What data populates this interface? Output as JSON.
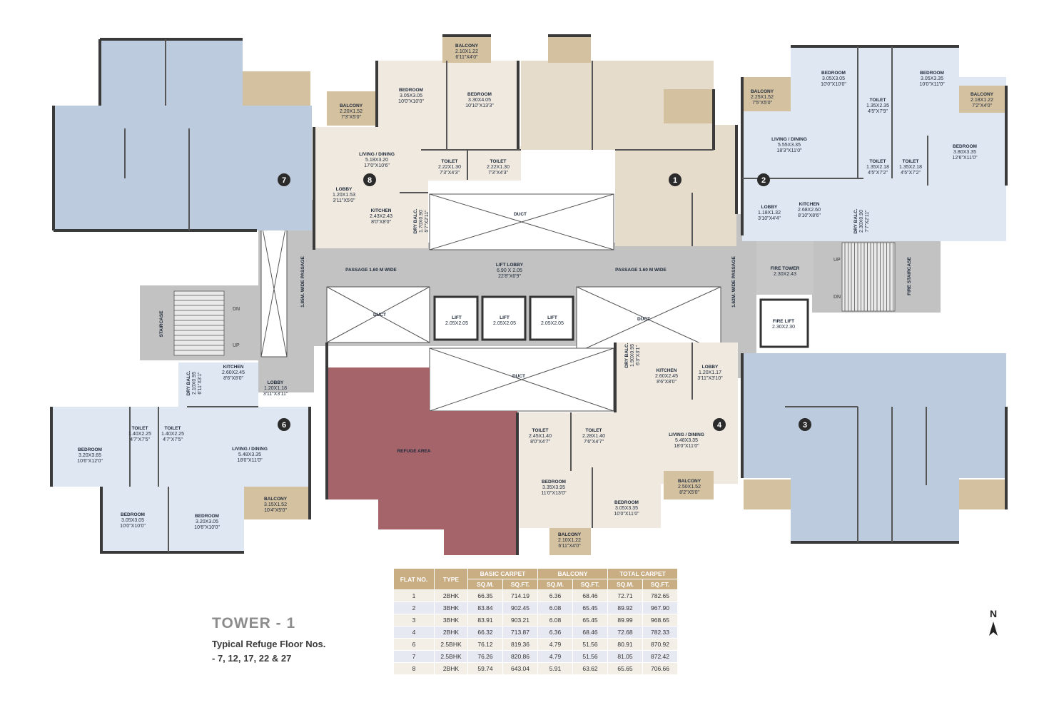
{
  "title": {
    "tower": "TOWER - 1",
    "subtitle": "Typical Refuge Floor Nos.",
    "floors": "- 7, 12, 17, 22 & 27"
  },
  "north_label": "N",
  "colors": {
    "flat_blue": "#bccbde",
    "flat_cream": "#efe9e0",
    "flat_tan": "#e6dccc",
    "balcony": "#d4c1a0",
    "core": "#c2c2c2",
    "refuge": "#a5636a",
    "table_header": "#c9ad83"
  },
  "flat_numbers": [
    "1",
    "2",
    "3",
    "4",
    "6",
    "7",
    "8"
  ],
  "rooms": [
    {
      "name": "BALCONY",
      "dim": "2.10X1.22",
      "imp": "6'11\"X4'0\""
    },
    {
      "name": "BEDROOM",
      "dim": "3.05X3.05",
      "imp": "10'0\"X10'0\""
    },
    {
      "name": "BEDROOM",
      "dim": "3.30X4.05",
      "imp": "10'10\"X13'3\""
    },
    {
      "name": "BALCONY",
      "dim": "2.20X1.52",
      "imp": "7'3\"X5'0\""
    },
    {
      "name": "LIVING / DINING",
      "dim": "5.18X3.20",
      "imp": "17'0\"X10'6\""
    },
    {
      "name": "TOILET",
      "dim": "2.22X1.30",
      "imp": "7'3\"X4'3\""
    },
    {
      "name": "TOILET",
      "dim": "2.22X1.30",
      "imp": "7'3\"X4'3\""
    },
    {
      "name": "LOBBY",
      "dim": "1.20X1.53",
      "imp": "3'11\"X5'0\""
    },
    {
      "name": "KITCHEN",
      "dim": "2.43X2.43",
      "imp": "8'0\"X8'0\""
    },
    {
      "name": "DRY BALC.",
      "dim": "1.70X0.90",
      "imp": "5'7\"X2'11\""
    },
    {
      "name": "BEDROOM",
      "dim": "3.05X3.05",
      "imp": "10'0\"X10'0\""
    },
    {
      "name": "BEDROOM",
      "dim": "3.05X3.35",
      "imp": "10'0\"X11'0\""
    },
    {
      "name": "BALCONY",
      "dim": "2.25X1.52",
      "imp": "7'5\"X5'0\""
    },
    {
      "name": "TOILET",
      "dim": "1.35X2.35",
      "imp": "4'5\"X7'9\""
    },
    {
      "name": "BALCONY",
      "dim": "2.18X1.22",
      "imp": "7'2\"X4'0\""
    },
    {
      "name": "LIVING / DINING",
      "dim": "5.55X3.35",
      "imp": "18'3\"X11'0\""
    },
    {
      "name": "BEDROOM",
      "dim": "3.80X3.35",
      "imp": "12'6\"X11'0\""
    },
    {
      "name": "TOILET",
      "dim": "1.35X2.18",
      "imp": "4'5\"X7'2\""
    },
    {
      "name": "TOILET",
      "dim": "1.35X2.18",
      "imp": "4'5\"X7'2\""
    },
    {
      "name": "LOBBY",
      "dim": "1.18X1.32",
      "imp": "3'10\"X4'4\""
    },
    {
      "name": "KITCHEN",
      "dim": "2.68X2.60",
      "imp": "8'10\"X8'6\""
    },
    {
      "name": "DRY BALC.",
      "dim": "2.30X0.90",
      "imp": "7'7\"X2'11\""
    },
    {
      "name": "FIRE TOWER",
      "dim": "2.30X2.43",
      "imp": ""
    },
    {
      "name": "FIRE LIFT",
      "dim": "2.30X2.30",
      "imp": ""
    },
    {
      "name": "DUCT",
      "dim": "",
      "imp": ""
    },
    {
      "name": "LIFT LOBBY",
      "dim": "6.90 X 2.05",
      "imp": "22'8\"X6'9\""
    },
    {
      "name": "PASSAGE 1.60 M WIDE",
      "dim": "",
      "imp": ""
    },
    {
      "name": "PASSAGE 1.60 M WIDE",
      "dim": "",
      "imp": ""
    },
    {
      "name": "DUCT",
      "dim": "",
      "imp": ""
    },
    {
      "name": "LIFT",
      "dim": "2.05X2.05",
      "imp": ""
    },
    {
      "name": "LIFT",
      "dim": "2.05X2.05",
      "imp": ""
    },
    {
      "name": "LIFT",
      "dim": "2.05X2.05",
      "imp": ""
    },
    {
      "name": "DUCT",
      "dim": "",
      "imp": ""
    },
    {
      "name": "DUCT",
      "dim": "",
      "imp": ""
    },
    {
      "name": "KITCHEN",
      "dim": "2.60X2.45",
      "imp": "8'6\"X8'0\""
    },
    {
      "name": "DRY BALC.",
      "dim": "1.90X0.95",
      "imp": "6'3\"X3'1\""
    },
    {
      "name": "LOBBY",
      "dim": "1.20X1.17",
      "imp": "3'11\"X3'10\""
    },
    {
      "name": "LIVING / DINING",
      "dim": "5.48X3.35",
      "imp": "18'0\"X11'0\""
    },
    {
      "name": "TOILET",
      "dim": "2.45X1.40",
      "imp": "8'0\"X4'7\""
    },
    {
      "name": "TOILET",
      "dim": "2.28X1.40",
      "imp": "7'6\"X4'7\""
    },
    {
      "name": "BEDROOM",
      "dim": "3.35X3.95",
      "imp": "11'0\"X13'0\""
    },
    {
      "name": "BEDROOM",
      "dim": "3.05X3.35",
      "imp": "10'0\"X11'0\""
    },
    {
      "name": "BALCONY",
      "dim": "2.50X1.52",
      "imp": "8'2\"X5'0\""
    },
    {
      "name": "BALCONY",
      "dim": "2.10X1.22",
      "imp": "6'11\"X4'0\""
    },
    {
      "name": "REFUGE AREA",
      "dim": "",
      "imp": ""
    },
    {
      "name": "KITCHEN",
      "dim": "2.60X2.45",
      "imp": "8'6\"X8'0\""
    },
    {
      "name": "DRY BALC.",
      "dim": "2.10X0.95",
      "imp": "6'11\"X3'1\""
    },
    {
      "name": "LOBBY",
      "dim": "1.20X1.18",
      "imp": "3'11\"X3'11\""
    },
    {
      "name": "BEDROOM",
      "dim": "3.20X3.65",
      "imp": "10'6\"X12'0\""
    },
    {
      "name": "TOILET",
      "dim": "1.40X2.25",
      "imp": "4'7\"X7'5\""
    },
    {
      "name": "TOILET",
      "dim": "1.40X2.25",
      "imp": "4'7\"X7'5\""
    },
    {
      "name": "LIVING / DINING",
      "dim": "5.48X3.35",
      "imp": "18'0\"X11'0\""
    },
    {
      "name": "BEDROOM",
      "dim": "3.05X3.05",
      "imp": "10'0\"X10'0\""
    },
    {
      "name": "BEDROOM",
      "dim": "3.20X3.05",
      "imp": "10'6\"X10'0\""
    },
    {
      "name": "BALCONY",
      "dim": "3.15X1.52",
      "imp": "10'4\"X5'0\""
    },
    {
      "name": "STAIRCASE",
      "dim": "",
      "imp": ""
    },
    {
      "name": "FIRE STAIRCASE",
      "dim": "",
      "imp": ""
    },
    {
      "name": "1.85M. WIDE PASSAGE",
      "dim": "",
      "imp": ""
    },
    {
      "name": "1.62M. WIDE PASSAGE",
      "dim": "",
      "imp": ""
    }
  ],
  "stair_labels": {
    "dn_left": "DN",
    "up_left": "UP",
    "up_right": "UP",
    "dn_right": "DN"
  },
  "area_table": {
    "headers": {
      "flat_no": "FLAT NO.",
      "type": "TYPE",
      "basic_carpet": "BASIC CARPET",
      "balcony": "BALCONY",
      "total_carpet": "TOTAL CARPET",
      "sqm": "SQ.M.",
      "sqft": "SQ.FT."
    },
    "rows": [
      {
        "flat": "1",
        "type": "2BHK",
        "basic_sqm": "66.35",
        "basic_sqft": "714.19",
        "bal_sqm": "6.36",
        "bal_sqft": "68.46",
        "total_sqm": "72.71",
        "total_sqft": "782.65"
      },
      {
        "flat": "2",
        "type": "3BHK",
        "basic_sqm": "83.84",
        "basic_sqft": "902.45",
        "bal_sqm": "6.08",
        "bal_sqft": "65.45",
        "total_sqm": "89.92",
        "total_sqft": "967.90"
      },
      {
        "flat": "3",
        "type": "3BHK",
        "basic_sqm": "83.91",
        "basic_sqft": "903.21",
        "bal_sqm": "6.08",
        "bal_sqft": "65.45",
        "total_sqm": "89.99",
        "total_sqft": "968.65"
      },
      {
        "flat": "4",
        "type": "2BHK",
        "basic_sqm": "66.32",
        "basic_sqft": "713.87",
        "bal_sqm": "6.36",
        "bal_sqft": "68.46",
        "total_sqm": "72.68",
        "total_sqft": "782.33"
      },
      {
        "flat": "6",
        "type": "2.5BHK",
        "basic_sqm": "76.12",
        "basic_sqft": "819.36",
        "bal_sqm": "4.79",
        "bal_sqft": "51.56",
        "total_sqm": "80.91",
        "total_sqft": "870.92"
      },
      {
        "flat": "7",
        "type": "2.5BHK",
        "basic_sqm": "76.26",
        "basic_sqft": "820.86",
        "bal_sqm": "4.79",
        "bal_sqft": "51.56",
        "total_sqm": "81.05",
        "total_sqft": "872.42"
      },
      {
        "flat": "8",
        "type": "2BHK",
        "basic_sqm": "59.74",
        "basic_sqft": "643.04",
        "bal_sqm": "5.91",
        "bal_sqft": "63.62",
        "total_sqm": "65.65",
        "total_sqft": "706.66"
      }
    ]
  }
}
